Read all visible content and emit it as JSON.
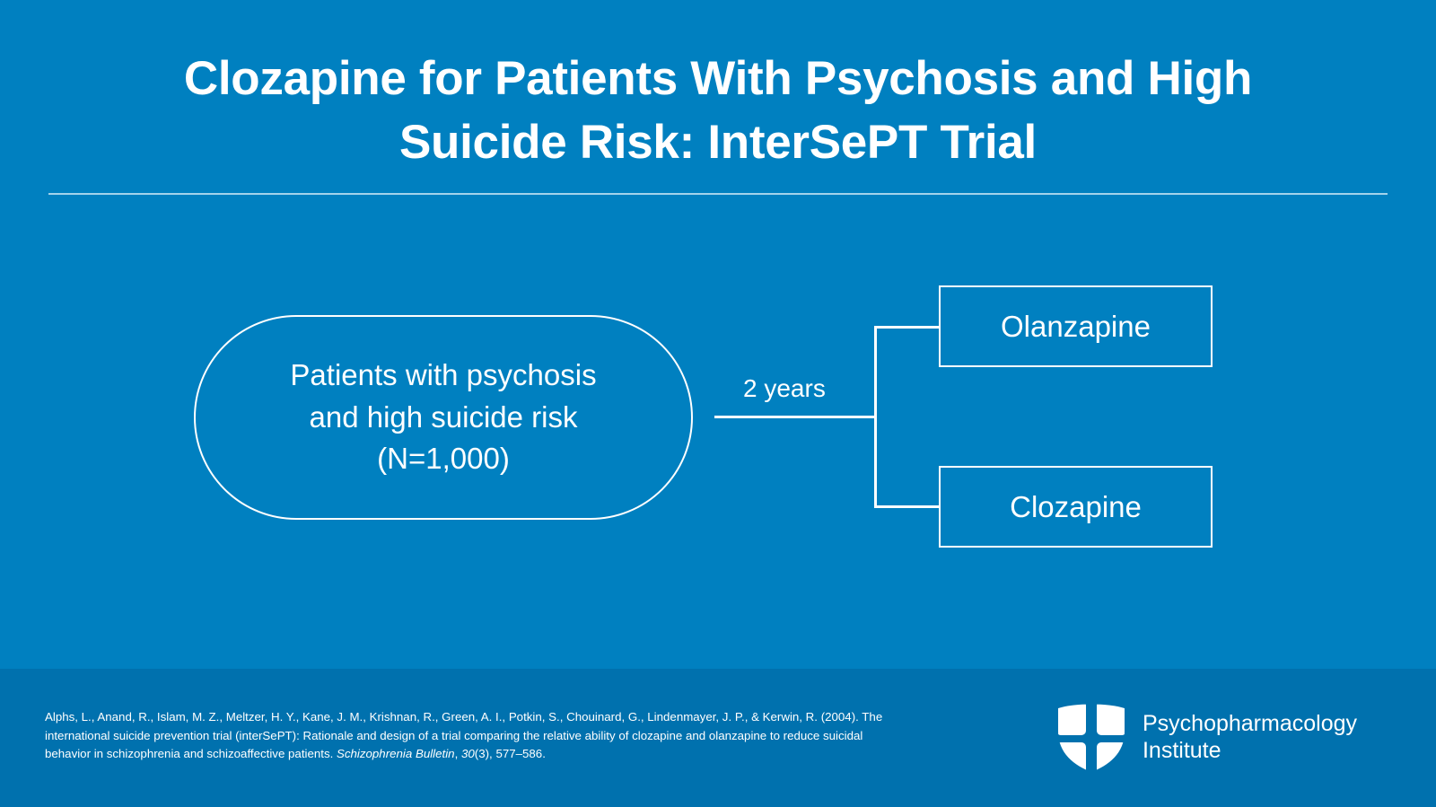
{
  "slide": {
    "background_color": "#0080C0",
    "footer_color": "#0071AE",
    "accent_color": "#FFFFFF",
    "rule_color": "#BFE2F2",
    "title": "Clozapine for Patients With Psychosis and High\nSuicide Risk: InterSePT Trial"
  },
  "diagram": {
    "population": {
      "label": "Patients with psychosis\nand high suicide risk\n(N=1,000)",
      "shape": "stadium",
      "sample_size": "N=1,000"
    },
    "connector": {
      "caption": "2 years",
      "duration_years": 2,
      "branch_count": 2
    },
    "arms": [
      {
        "label": "Olanzapine",
        "position": "top"
      },
      {
        "label": "Clozapine",
        "position": "bottom"
      }
    ]
  },
  "footer": {
    "citation": {
      "authors": "Alphs, L., Anand, R., Islam, M. Z., Meltzer, H. Y., Kane, J. M., Krishnan, R., Green, A. I., Potkin, S., Chouinard, G., Lindenmayer, J. P., & Kerwin, R.",
      "year": "(2004).",
      "article_title": "The international suicide prevention trial (interSePT): Rationale and design of a trial comparing the relative ability of clozapine and olanzapine to reduce suicidal behavior in schizophrenia and schizoaffective patients.",
      "journal": "Schizophrenia Bulletin",
      "volume": "30",
      "issue": "(3),",
      "pages": "577–586."
    },
    "brand": {
      "name": "Psychopharmacology\nInstitute",
      "logo_icon": "shield-cross-icon"
    }
  }
}
